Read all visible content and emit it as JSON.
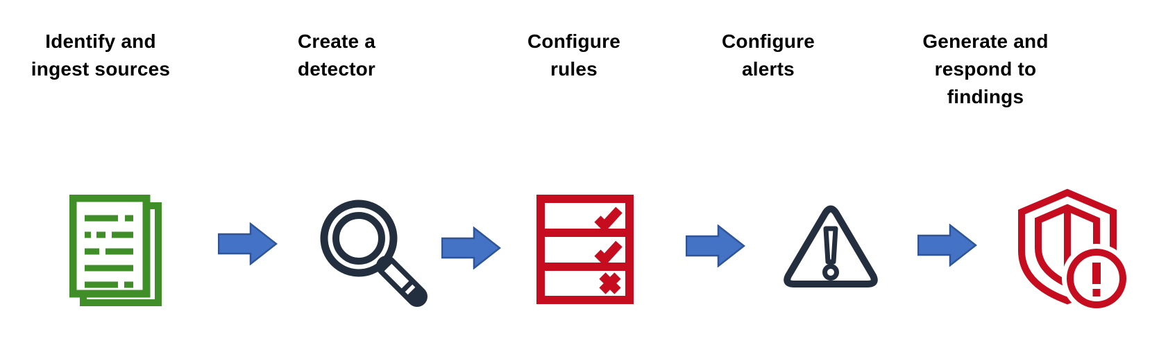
{
  "diagram": {
    "type": "process-flow",
    "direction": "left-to-right",
    "steps": [
      {
        "label": "Identify and ingest sources",
        "lines": [
          "Identify and",
          "ingest sources"
        ],
        "icon": "documents-icon",
        "icon_color_name": "green"
      },
      {
        "label": "Create a detector",
        "lines": [
          "Create a",
          "detector"
        ],
        "icon": "magnifying-glass-icon",
        "icon_color_name": "navy"
      },
      {
        "label": "Configure rules",
        "lines": [
          "Configure",
          "rules"
        ],
        "icon": "checklist-icon",
        "icon_color_name": "red"
      },
      {
        "label": "Configure alerts",
        "lines": [
          "Configure",
          "alerts"
        ],
        "icon": "warning-triangle-icon",
        "icon_color_name": "navy"
      },
      {
        "label": "Generate and respond to findings",
        "lines": [
          "Generate and",
          "respond to",
          "findings"
        ],
        "icon": "shield-alert-icon",
        "icon_color_name": "red"
      }
    ],
    "connector": {
      "icon": "arrow-right-icon",
      "count": 4
    }
  },
  "colors": {
    "background": "#ffffff",
    "text": "#000000",
    "green": "#3f8e28",
    "navy": "#232f3e",
    "red": "#c50d1f",
    "arrow_blue": "#4472c4",
    "arrow_border": "#2f5597"
  }
}
